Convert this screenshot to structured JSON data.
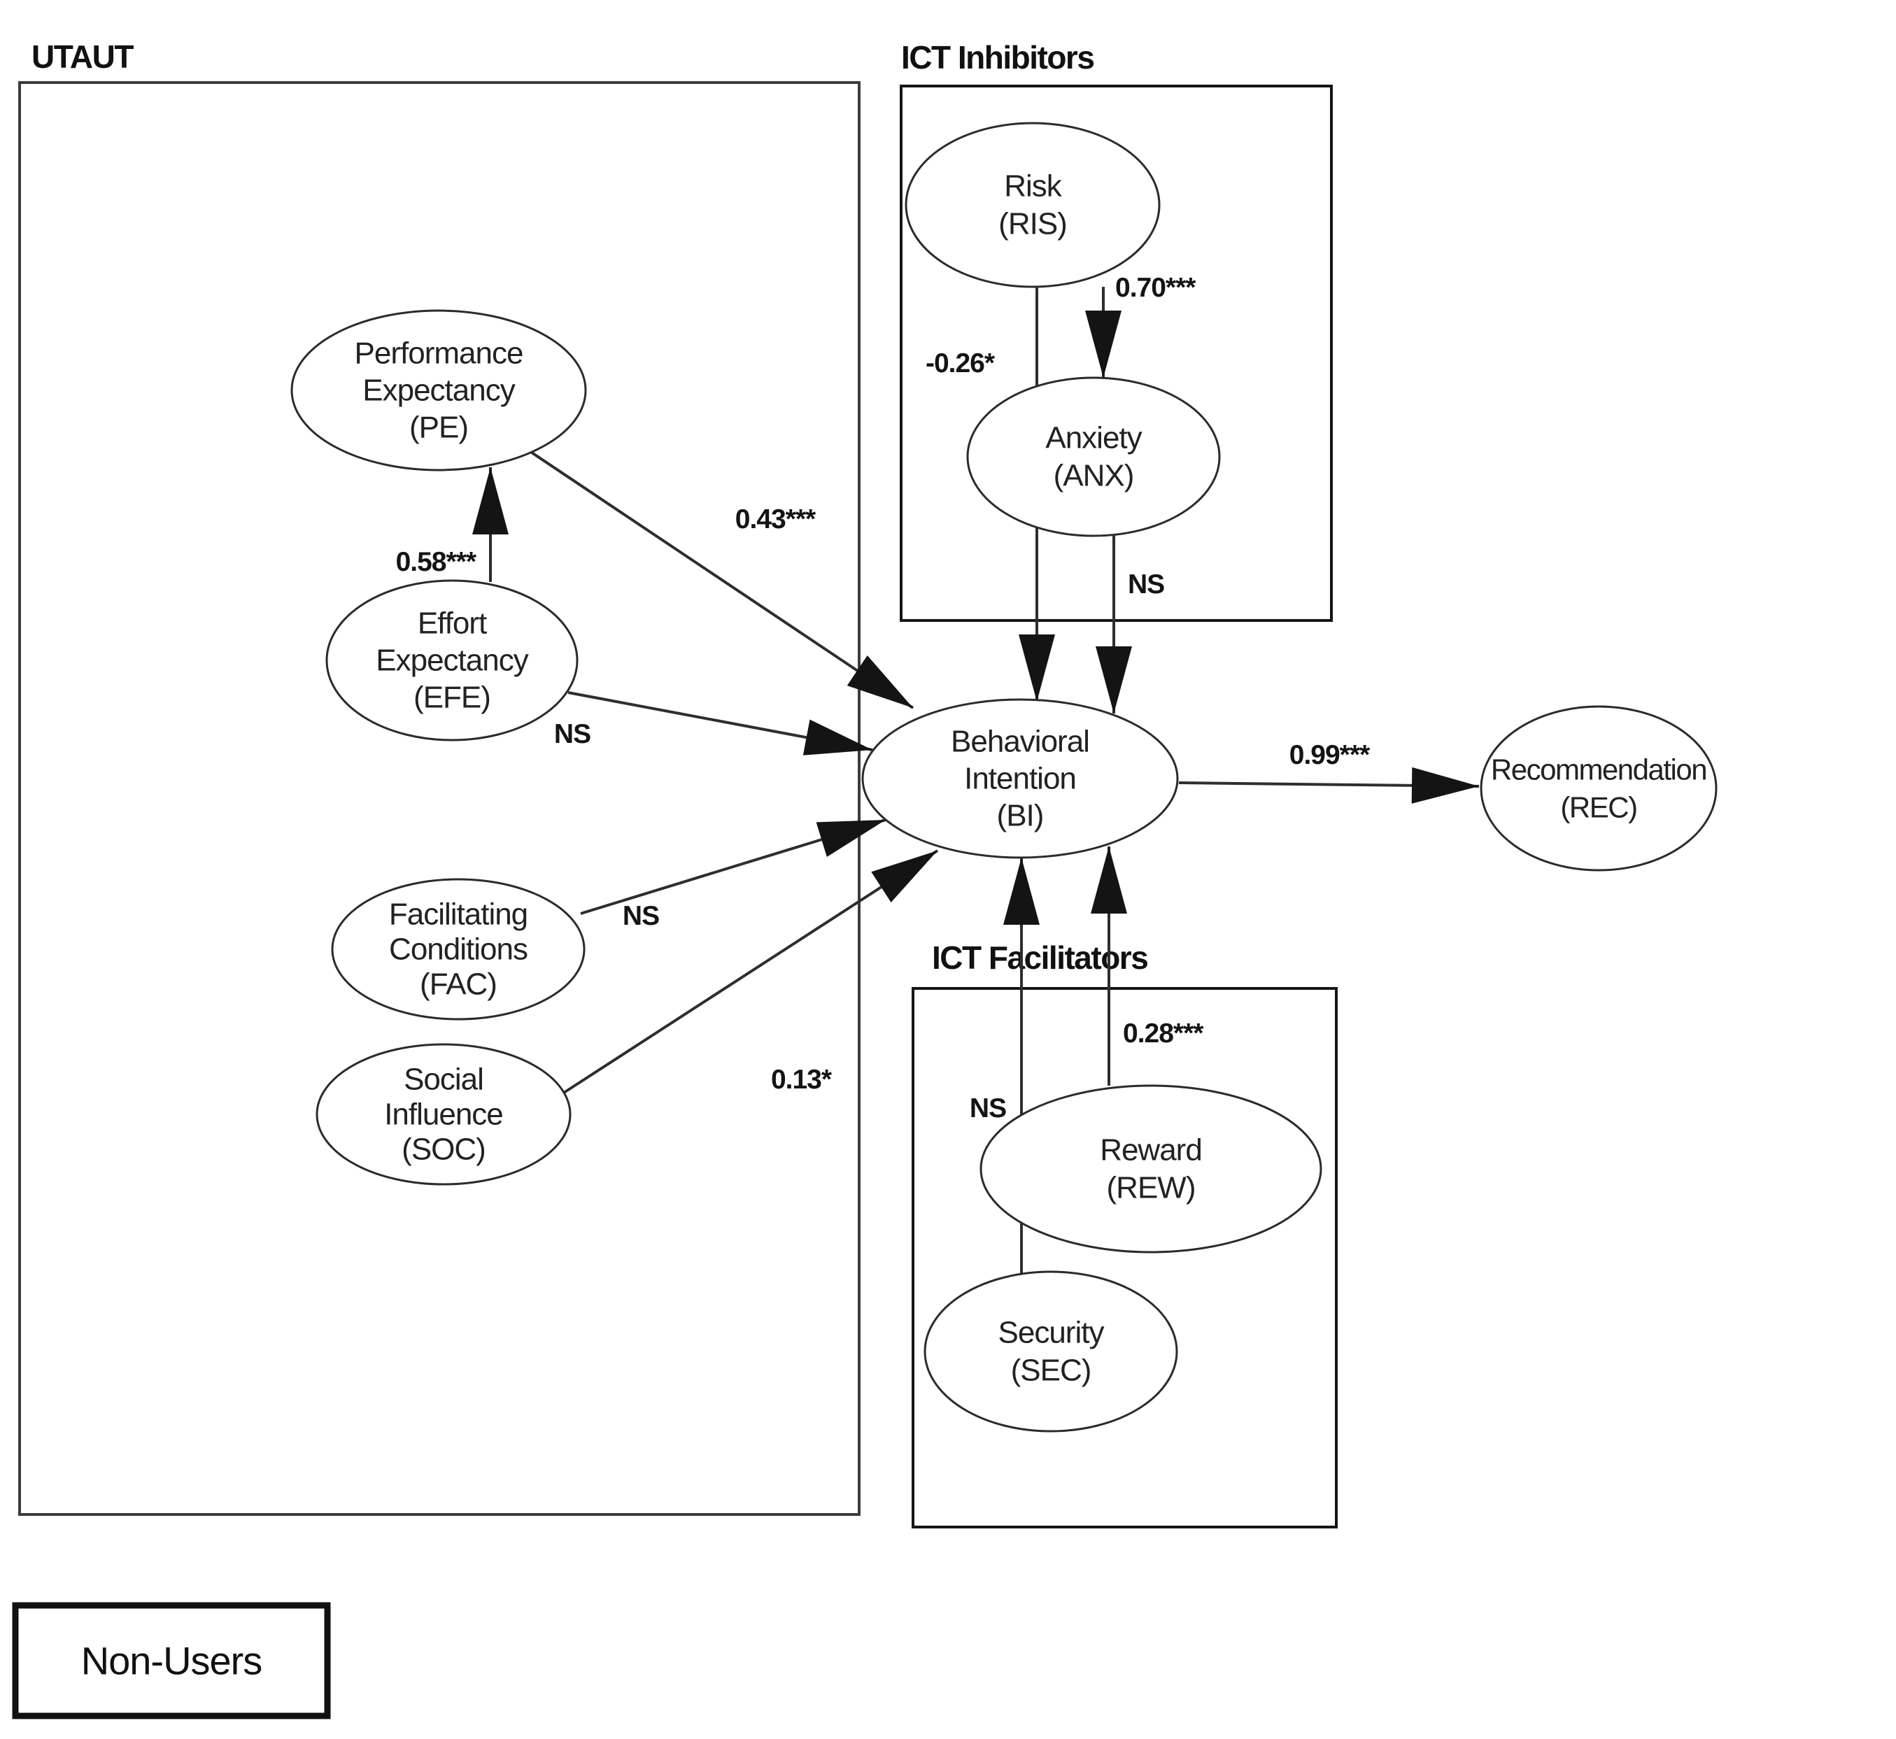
{
  "figure": {
    "type": "structural-equation-model-path-diagram",
    "population_label": "Non-Users"
  },
  "groups": {
    "utaut": {
      "label": "UTAUT"
    },
    "ict_inhibitors": {
      "label": "ICT Inhibitors"
    },
    "ict_facilitators": {
      "label": "ICT Facilitators"
    },
    "non_users": {
      "label": "Non-Users"
    }
  },
  "nodes": {
    "pe": {
      "lines": [
        "Performance",
        "Expectancy",
        "(PE)"
      ],
      "group": "utaut"
    },
    "efe": {
      "lines": [
        "Effort",
        "Expectancy",
        "(EFE)"
      ],
      "group": "utaut"
    },
    "fac": {
      "lines": [
        "Facilitating",
        "Conditions",
        "(FAC)"
      ],
      "group": "utaut"
    },
    "soc": {
      "lines": [
        "Social",
        "Influence",
        "(SOC)"
      ],
      "group": "utaut"
    },
    "ris": {
      "lines": [
        "Risk",
        "(RIS)"
      ],
      "group": "ict_inhibitors"
    },
    "anx": {
      "lines": [
        "Anxiety",
        "(ANX)"
      ],
      "group": "ict_inhibitors"
    },
    "rew": {
      "lines": [
        "Reward",
        "(REW)"
      ],
      "group": "ict_facilitators"
    },
    "sec": {
      "lines": [
        "Security",
        "(SEC)"
      ],
      "group": "ict_facilitators"
    },
    "bi": {
      "lines": [
        "Behavioral",
        "Intention",
        "(BI)"
      ],
      "group": null
    },
    "rec": {
      "lines": [
        "Recommendation",
        "(REC)"
      ],
      "group": null
    }
  },
  "edges": [
    {
      "from": "EFE",
      "to": "PE",
      "label": "0.58***"
    },
    {
      "from": "PE",
      "to": "BI",
      "label": "0.43***"
    },
    {
      "from": "EFE",
      "to": "BI",
      "label": "NS"
    },
    {
      "from": "FAC",
      "to": "BI",
      "label": "NS"
    },
    {
      "from": "SOC",
      "to": "BI",
      "label": "0.13*"
    },
    {
      "from": "RIS",
      "to": "ANX",
      "label": "0.70***"
    },
    {
      "from": "RIS",
      "to": "BI",
      "label": "-0.26*"
    },
    {
      "from": "ANX",
      "to": "BI",
      "label": "NS"
    },
    {
      "from": "SEC",
      "to": "BI",
      "label": "NS"
    },
    {
      "from": "REW",
      "to": "BI",
      "label": "0.28***"
    },
    {
      "from": "BI",
      "to": "REC",
      "label": "0.99***"
    }
  ],
  "colors": {
    "ink": "#1c1c1c",
    "line": "#2e2e2e",
    "background": "#ffffff"
  }
}
